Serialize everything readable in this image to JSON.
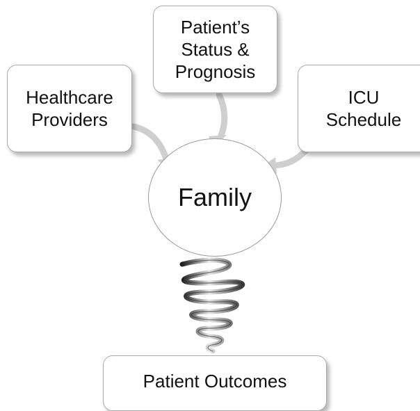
{
  "diagram": {
    "inputs": [
      {
        "id": "providers",
        "label": "Healthcare\nProviders"
      },
      {
        "id": "status",
        "label": "Patient’s\nStatus &\nPrognosis"
      },
      {
        "id": "schedule",
        "label": "ICU\nSchedule"
      }
    ],
    "center": {
      "label": "Family"
    },
    "output": {
      "label": "Patient Outcomes"
    }
  },
  "colors": {
    "box_border": "#a9a9a9",
    "arrow_fill": "#cfcfcf",
    "spring_dark": "#2a2a2a",
    "spring_light": "#b9b9b9"
  }
}
